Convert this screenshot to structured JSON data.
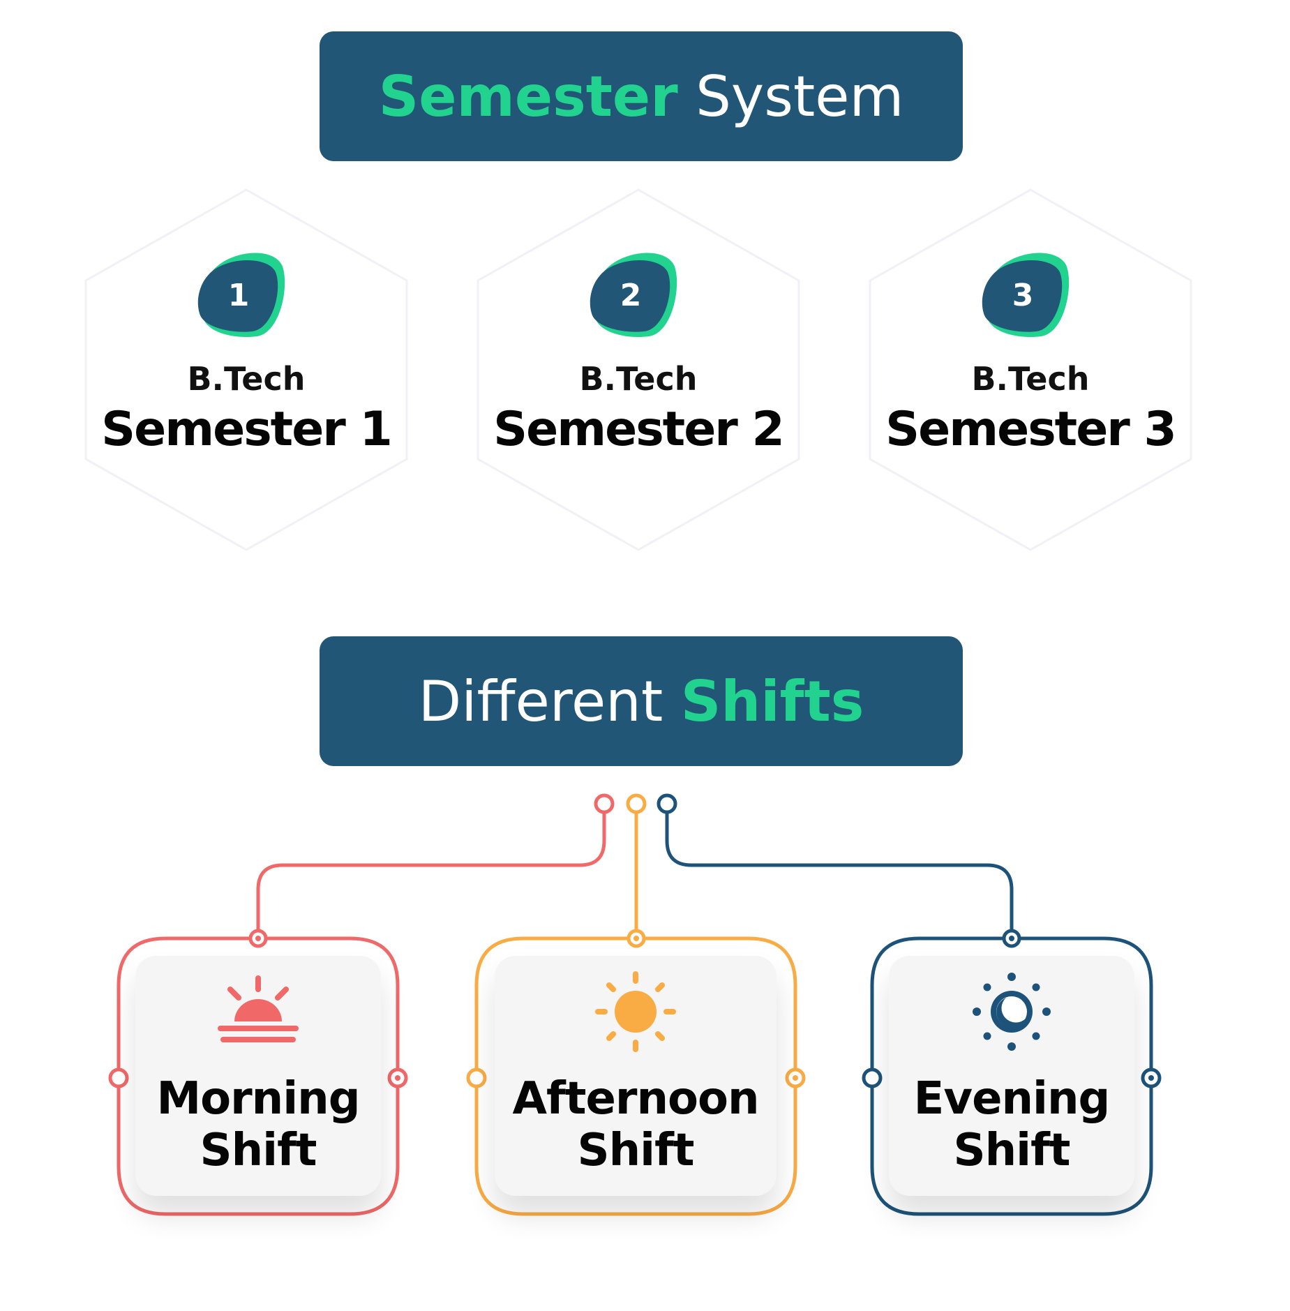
{
  "header_semester": {
    "accent": "Semester",
    "rest": "System"
  },
  "semesters": [
    {
      "number": "1",
      "sub": "B.Tech",
      "label": "Semester 1"
    },
    {
      "number": "2",
      "sub": "B.Tech",
      "label": "Semester 2"
    },
    {
      "number": "3",
      "sub": "B.Tech",
      "label": "Semester 3"
    }
  ],
  "header_shifts": {
    "plain": "Different",
    "accent": "Shifts"
  },
  "shifts": [
    {
      "line1": "Morning",
      "line2": "Shift",
      "icon": "sunrise-icon",
      "color": "#f06868"
    },
    {
      "line1": "Afternoon",
      "line2": "Shift",
      "icon": "sun-icon",
      "color": "#f9ab44"
    },
    {
      "line1": "Evening",
      "line2": "Shift",
      "icon": "moon-icon",
      "color": "#1d537a"
    }
  ],
  "colors": {
    "header_bg": "#215677",
    "accent_green": "#21d38f",
    "badge_bg": "#215677"
  }
}
